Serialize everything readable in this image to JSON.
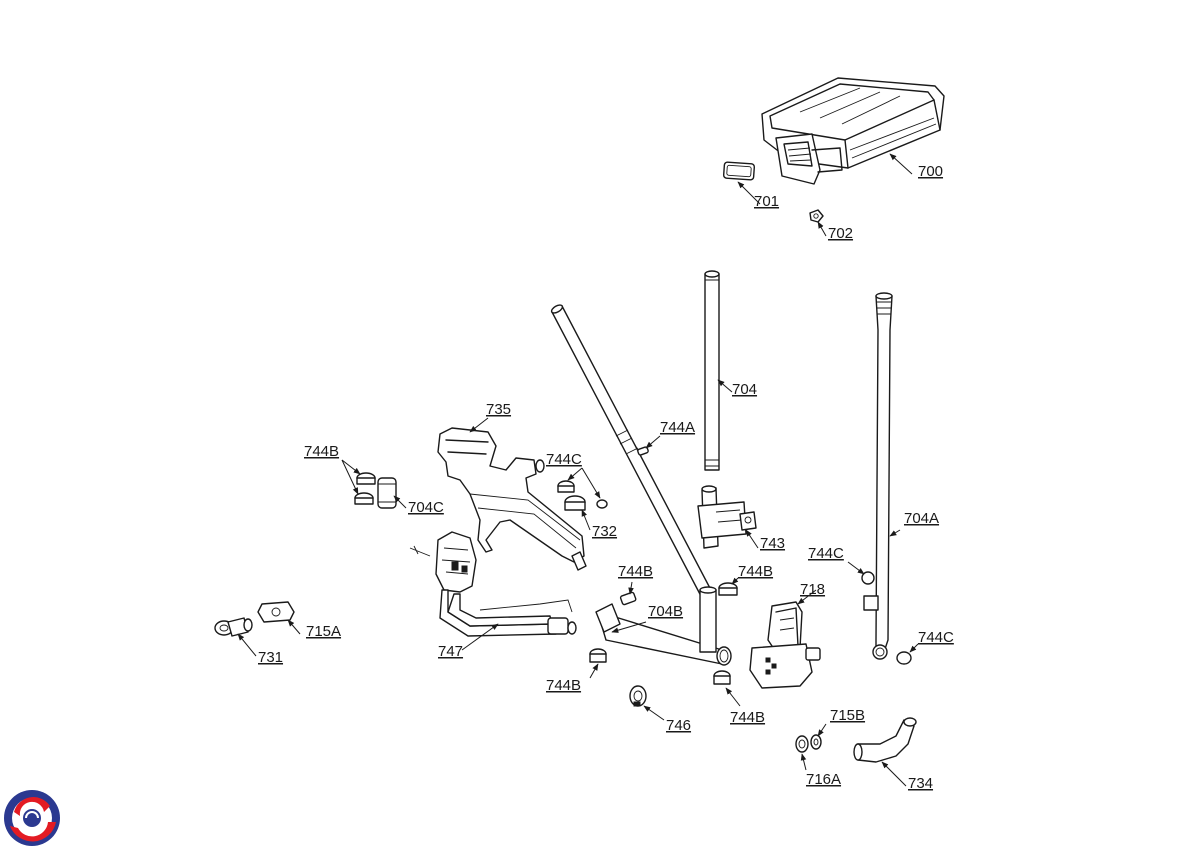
{
  "callouts": {
    "c700": "700",
    "c701": "701",
    "c702": "702",
    "c704": "704",
    "c704A": "704A",
    "c704B": "704B",
    "c704C": "704C",
    "c715A": "715A",
    "c715B": "715B",
    "c716A": "716A",
    "c718": "718",
    "c731": "731",
    "c732": "732",
    "c734": "734",
    "c735": "735",
    "c743": "743",
    "c744A": "744A",
    "c744B_a": "744B",
    "c744B_b": "744B",
    "c744B_c": "744B",
    "c744B_d": "744B",
    "c744B_e": "744B",
    "c744C_a": "744C",
    "c744C_b": "744C",
    "c744C_c": "744C",
    "c746": "746",
    "c747": "747"
  },
  "colors": {
    "line": "#1a1a1a",
    "logo_blue": "#2b3990",
    "logo_red": "#e31b23"
  },
  "logo": {
    "icon": "brand-logo-icon"
  }
}
